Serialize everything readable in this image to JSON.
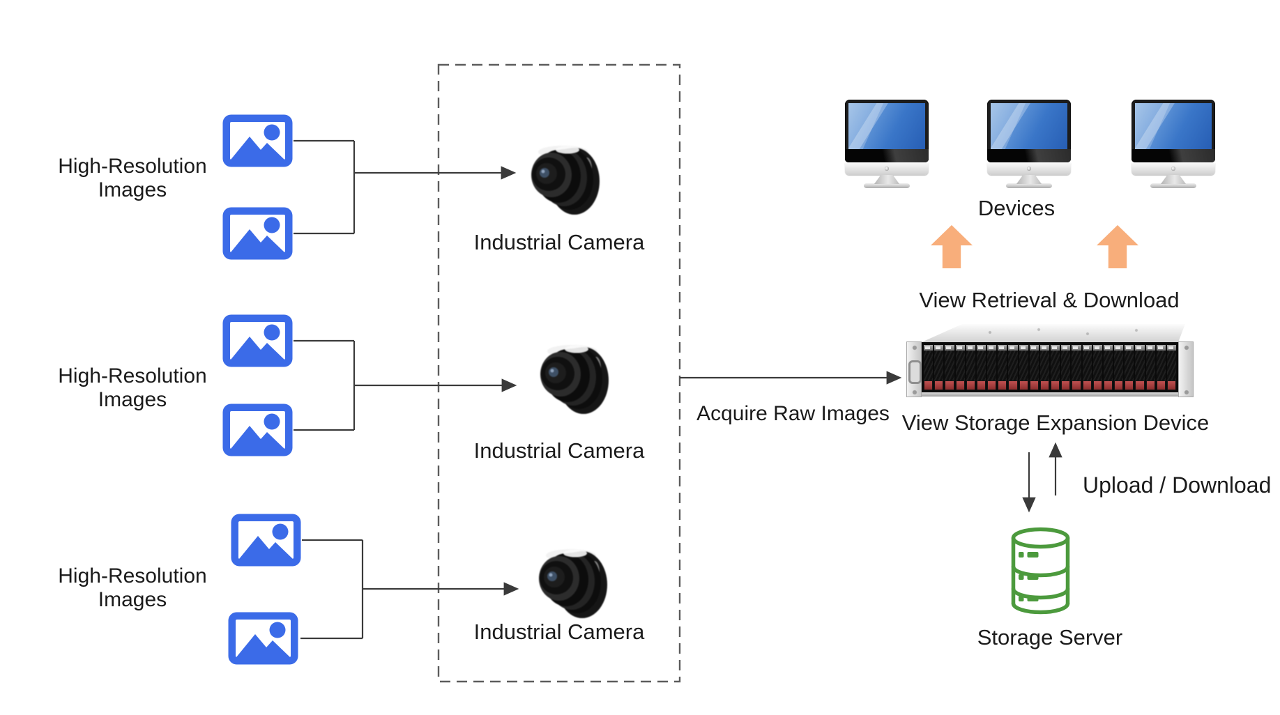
{
  "colors": {
    "icon_blue": "#3B6BE8",
    "arrow_orange": "#F8AE7B",
    "db_green": "#4C9A3D",
    "monitor_screen_blue": "#3A76C8",
    "line_dark": "#3a3a3a"
  },
  "image_groups": [
    {
      "label": "High-Resolution\nImages"
    },
    {
      "label": "High-Resolution\nImages"
    },
    {
      "label": "High-Resolution\nImages"
    }
  ],
  "cameras": [
    {
      "label": "Industrial Camera"
    },
    {
      "label": "Industrial Camera"
    },
    {
      "label": "Industrial Camera"
    }
  ],
  "devices": {
    "label": "Devices",
    "monitor_count": 3
  },
  "flows": {
    "view_retrieval": "View Retrieval & Download",
    "acquire": "Acquire Raw Images",
    "upload_download": "Upload / Download"
  },
  "storage_expansion": {
    "label": "View Storage Expansion Device",
    "drive_bays": 24
  },
  "storage_server": {
    "label": "Storage Server"
  }
}
